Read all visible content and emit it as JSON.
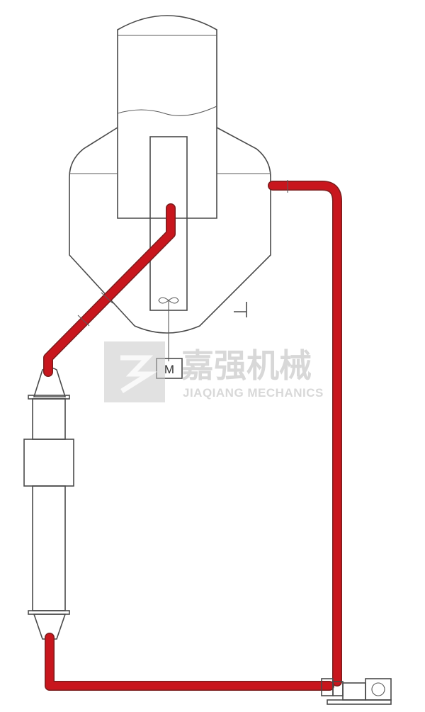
{
  "motor": {
    "label": "M"
  },
  "watermark": {
    "brand_cn": "嘉强机械",
    "brand_en": "JIAQIANG MECHANICS"
  },
  "colors": {
    "pipe": "#c8161d",
    "outline": "#4a4a4a",
    "watermark": "#b9b9b9"
  }
}
